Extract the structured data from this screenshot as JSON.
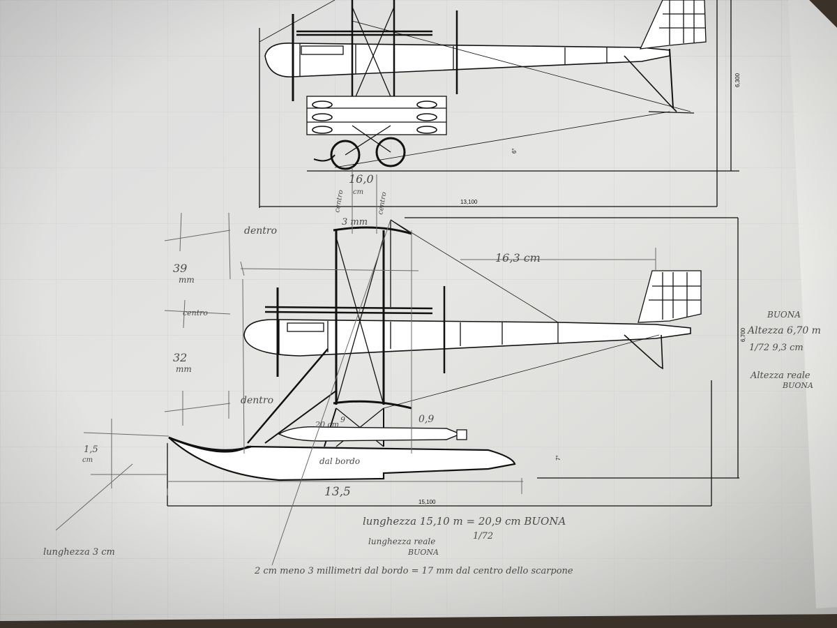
{
  "printed_dimensions": {
    "top_length": "13,100",
    "top_height": "6,300",
    "top_angle": "6°",
    "bottom_length": "15,100",
    "bottom_height": "6,700",
    "float_height": "7°"
  },
  "handwritten": {
    "top_span": "16,0",
    "top_span_unit": "cm",
    "centro_vertical_a": "centro",
    "centro_vertical_b": "centro",
    "three_mm": "3 mm",
    "dentro_top": "dentro",
    "dentro_bottom": "dentro",
    "centro_left": "centro",
    "thirty_nine": "39",
    "thirty_nine_unit": "mm",
    "thirty_two": "32",
    "thirty_two_unit": "mm",
    "tail_span": "16,3 cm",
    "twenty_cm": "20 cm",
    "strut_a": "9",
    "strut_b": "0,9",
    "float_height_note": "1,5",
    "float_height_unit": "cm",
    "bordo": "dal bordo",
    "float_length": "13,5",
    "right_buona": "BUONA",
    "right_altezza": "Altezza 6,70 m",
    "right_scale": "1/72  9,3 cm",
    "right_reale": "Altezza reale",
    "right_buona2": "BUONA",
    "lunghezza": "lunghezza 15,10 m  =  20,9 cm  BUONA",
    "scale_note": "1/72",
    "lunghezza_reale": "lunghezza reale",
    "buona_under": "BUONA",
    "lunghezza_3cm": "lunghezza 3 cm",
    "bottom_note": "2 cm meno 3 millimetri dal bordo = 17 mm dal centro dello scarpone"
  }
}
